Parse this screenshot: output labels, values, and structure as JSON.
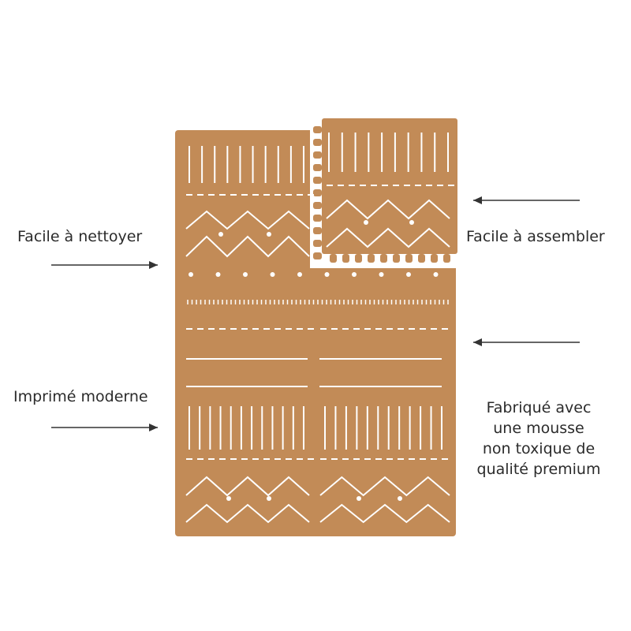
{
  "features": {
    "easy_clean": "Facile à nettoyer",
    "easy_assemble": "Facile à assembler",
    "modern_print": "Imprimé moderne",
    "premium_foam": [
      "Fabriqué avec",
      "une mousse",
      "non toxique de",
      "qualité premium"
    ]
  },
  "colors": {
    "mat": "#c28b57",
    "pattern": "#ffffff",
    "arrow": "#333333"
  }
}
